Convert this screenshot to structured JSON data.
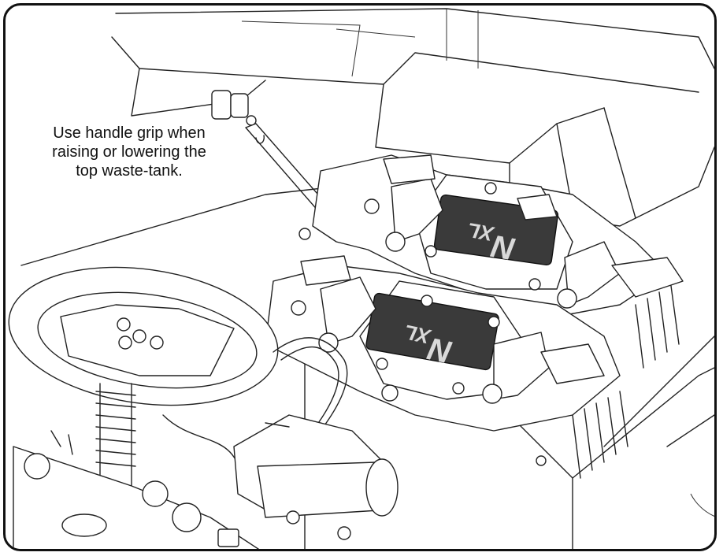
{
  "callout": {
    "line1": "Use handle grip when",
    "line2": "raising or lowering the",
    "line3": "top waste-tank."
  },
  "controllers": {
    "upper": {
      "logo": "XL",
      "brand": "N"
    },
    "lower": {
      "logo": "XL",
      "brand": "N"
    }
  }
}
